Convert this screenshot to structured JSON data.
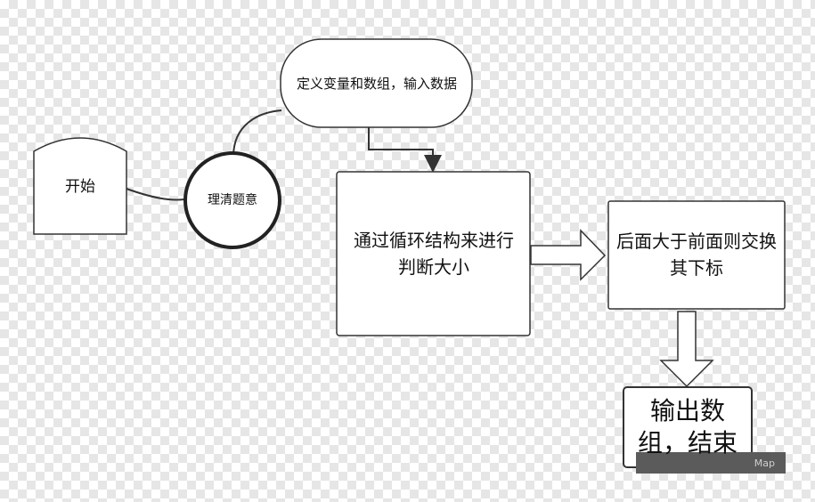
{
  "nodes": {
    "start": "开始",
    "understand": "理清题意",
    "define": "定义变量和数组，输入数据",
    "loop": "通过循环结构来进行判断大小",
    "swap": "后面大于前面则交换其下标",
    "end": "输出数组，结束"
  },
  "watermark": "Map",
  "colors": {
    "stroke": "#333333",
    "fill": "#ffffff",
    "arrow_fill": "#ffffff"
  }
}
